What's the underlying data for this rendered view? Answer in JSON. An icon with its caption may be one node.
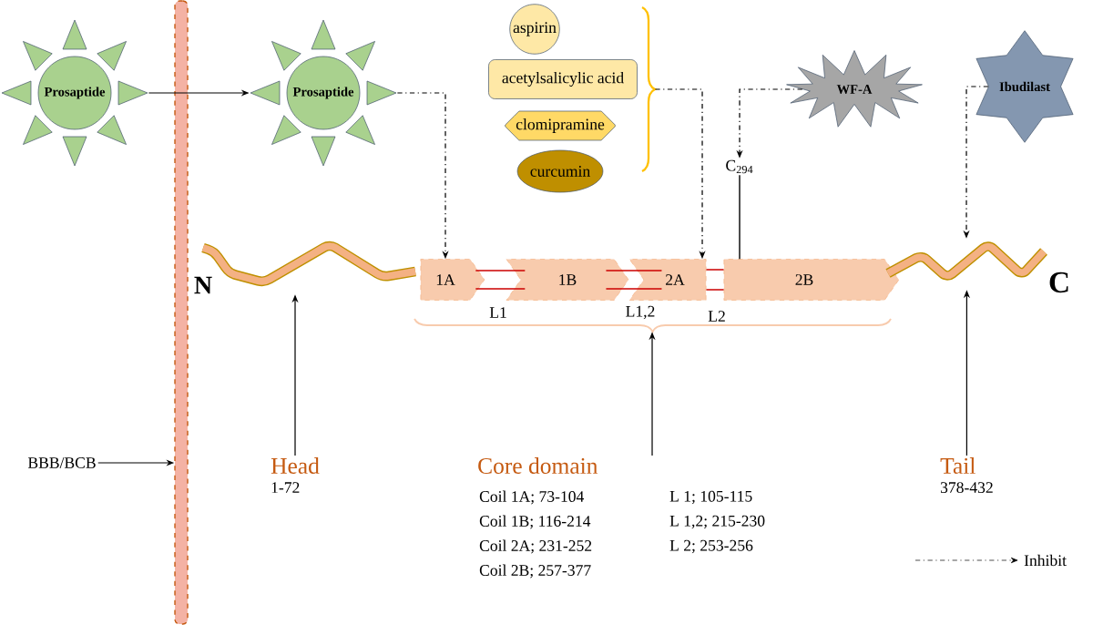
{
  "diagram": {
    "nodes": [
      {
        "text": [
          "Prosaptide"
        ]
      },
      {
        "text": [
          "Prosaptide"
        ]
      },
      {
        "text": [
          "aspirin"
        ]
      },
      {
        "text": [
          "acetylsalicylic acid"
        ]
      },
      {
        "text": [
          "clomipramine"
        ]
      },
      {
        "text": [
          "curcumin"
        ]
      },
      {
        "text": [],
        "shape": "brace"
      },
      {
        "text": [
          "WF-A"
        ]
      },
      {
        "text": [
          "Ibudilast"
        ]
      },
      {
        "text": [
          "C$_{294}$"
        ]
      },
      {
        "text": [],
        "shape": "bar"
      },
      {
        "text": [],
        "shape": "picture"
      },
      {
        "text": [
          "1A"
        ]
      },
      {
        "text": [
          "1B"
        ]
      },
      {
        "text": [
          "2A"
        ]
      },
      {
        "text": [
          "2B"
        ]
      },
      {
        "text": [],
        "shape": "picture"
      },
      {
        "text": [],
        "shape": "brace"
      },
      {
        "text": [
          "BBB/BCB"
        ]
      },
      {
        "text": [
          "Head",
          "1-72"
        ]
      },
      {
        "text": [
          "Core domain"
        ]
      },
      {
        "text": [
          "Tail",
          "378-432"
        ]
      }
    ],
    "edges": [
      {
        "from": 0,
        "to": 1,
        "arrow": "to"
      },
      {
        "from": 1,
        "to": 12,
        "arrow": "to",
        "style": "dashed"
      },
      {
        "from": 6,
        "to": 14,
        "arrow": "to",
        "style": "dashed"
      },
      {
        "from": 7,
        "to": 9,
        "arrow": "to",
        "style": "dashed"
      },
      {
        "from": 9,
        "to": 15,
        "arrow": "none"
      },
      {
        "from": 8,
        "to": 16,
        "arrow": "to",
        "style": "dashed"
      },
      {
        "from": 18,
        "to": 10,
        "arrow": "to"
      },
      {
        "from": 19,
        "to": 11,
        "arrow": "to"
      },
      {
        "from": 20,
        "to": 17,
        "arrow": "to"
      },
      {
        "from": 21,
        "to": 16,
        "arrow": "to"
      },
      {
        "from": 12,
        "to": 13,
        "arrow": "none",
        "color": "#cc0000"
      },
      {
        "from": 13,
        "to": 14,
        "arrow": "none",
        "color": "#cc0000"
      },
      {
        "from": 14,
        "to": 15,
        "arrow": "none",
        "color": "#cc0000"
      }
    ],
    "labels": [
      "N",
      "C",
      "L1",
      "L1,2",
      "L2",
      "Coil 1A; 73-104",
      "L 1; 105-115",
      "Coil 1B; 116-214",
      "L 1,2; 215-230",
      "Coil 2A; 231-252",
      "L 2; 253-256",
      "Coil 2B; 257-377"
    ],
    "legend": [
      {
        "text": "Inhibit"
      }
    ]
  }
}
